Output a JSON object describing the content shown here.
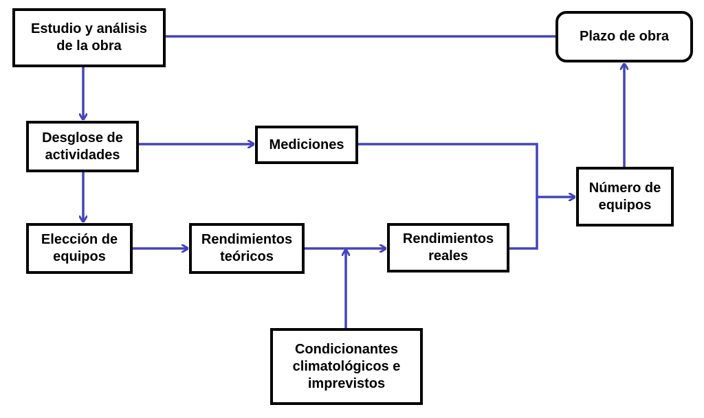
{
  "colors": {
    "connector": "#4444bb",
    "box_border": "#000000",
    "text": "#000000",
    "background": "#ffffff"
  },
  "nodes": {
    "estudio": "Estudio y análisis\nde la obra",
    "plazo": "Plazo de obra",
    "desglose": "Desglose de\nactividades",
    "mediciones": "Mediciones",
    "numero_equipos": "Número de\nequipos",
    "eleccion_equipos": "Elección de\nequipos",
    "rend_teoricos": "Rendimientos\nteóricos",
    "rend_reales": "Rendimientos\nreales",
    "condicionantes": "Condicionantes\nclimatológicos e\nimprevistos"
  },
  "edges": [
    {
      "from": "estudio",
      "to": "plazo",
      "arrow": false
    },
    {
      "from": "estudio",
      "to": "desglose",
      "arrow": true
    },
    {
      "from": "desglose",
      "to": "mediciones",
      "arrow": true
    },
    {
      "from": "desglose",
      "to": "eleccion_equipos",
      "arrow": true
    },
    {
      "from": "eleccion_equipos",
      "to": "rend_teoricos",
      "arrow": true
    },
    {
      "from": "rend_teoricos",
      "to": "rend_reales",
      "arrow": true
    },
    {
      "from": "condicionantes",
      "to": "rend_teoricos-rend_reales",
      "arrow": true
    },
    {
      "from": "mediciones",
      "to": "numero_equipos",
      "arrow": true
    },
    {
      "from": "rend_reales",
      "to": "numero_equipos",
      "arrow": true
    },
    {
      "from": "numero_equipos",
      "to": "plazo",
      "arrow": true
    }
  ]
}
